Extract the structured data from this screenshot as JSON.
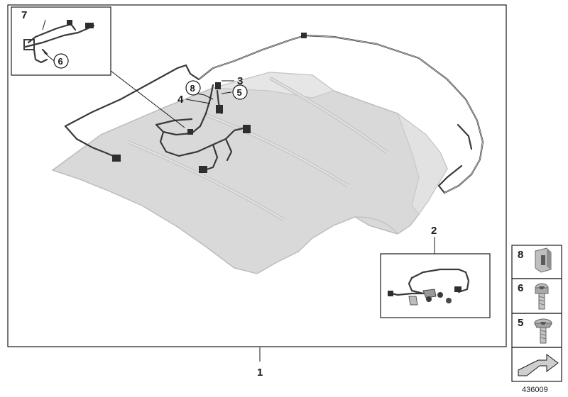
{
  "diagram_id": "436009",
  "callouts": {
    "main_assembly": "1",
    "repair_kit": "2",
    "part_3": "3",
    "part_4": "4",
    "part_5": "5",
    "part_6": "6",
    "part_7": "7",
    "part_8": "8"
  },
  "legend": [
    {
      "number": "8",
      "icon": "clip-nut-icon"
    },
    {
      "number": "6",
      "icon": "allen-screw-icon"
    },
    {
      "number": "5",
      "icon": "torx-screw-icon"
    }
  ],
  "colors": {
    "roof_fill": "#d9d9d9",
    "roof_edge": "#bdbdbd",
    "wire": "#3a3a3a",
    "frame": "#1a1a1a"
  }
}
